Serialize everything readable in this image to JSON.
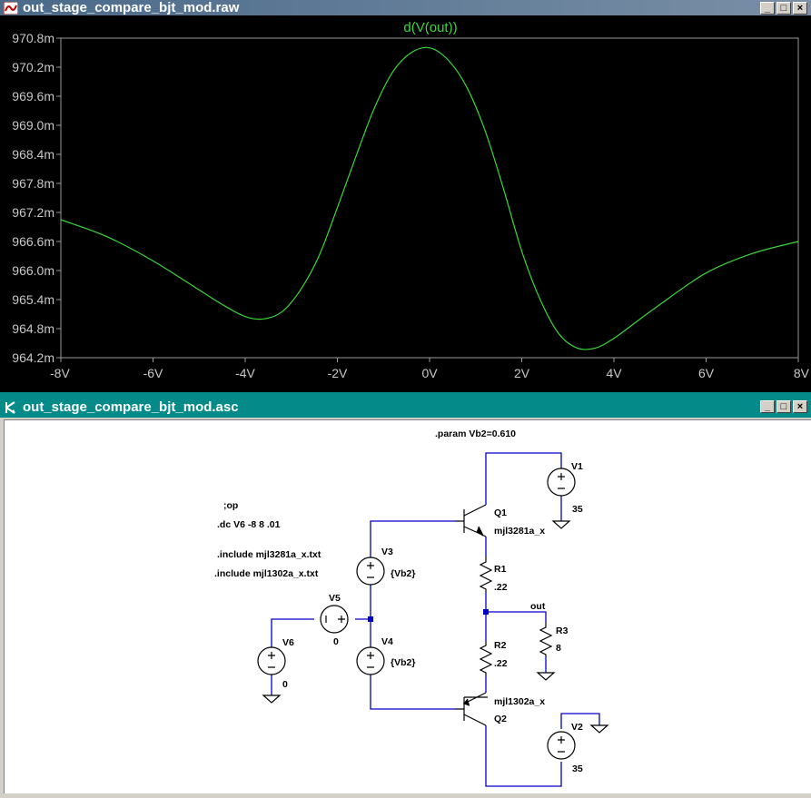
{
  "plot_window": {
    "title": "out_stage_compare_bjt_mod.raw",
    "controls": [
      "_",
      "□",
      "×"
    ]
  },
  "schematic_window": {
    "title": "out_stage_compare_bjt_mod.asc",
    "controls": [
      "_",
      "□",
      "×"
    ]
  },
  "chart_data": {
    "type": "line",
    "title": "d(V(out))",
    "xlabel": "",
    "ylabel": "",
    "xlim": [
      -8,
      8
    ],
    "ylim": [
      964.2,
      970.8
    ],
    "x_ticks": [
      "-8V",
      "-6V",
      "-4V",
      "-2V",
      "0V",
      "2V",
      "4V",
      "6V",
      "8V"
    ],
    "y_ticks": [
      "970.8m",
      "970.2m",
      "969.6m",
      "969.0m",
      "968.4m",
      "967.8m",
      "967.2m",
      "966.6m",
      "966.0m",
      "965.4m",
      "964.8m",
      "964.2m"
    ],
    "grid": false,
    "line_color": "#38d838",
    "series": [
      {
        "name": "d(V(out))",
        "x": [
          -8,
          -7,
          -6,
          -5,
          -4.5,
          -4,
          -3.6,
          -3.2,
          -2.8,
          -2.4,
          -2,
          -1.6,
          -1.2,
          -0.8,
          -0.4,
          0,
          0.4,
          0.8,
          1.2,
          1.6,
          2,
          2.4,
          2.8,
          3.2,
          3.6,
          4,
          4.5,
          5,
          6,
          7,
          8
        ],
        "y": [
          967.05,
          966.7,
          966.2,
          965.6,
          965.3,
          965.05,
          965.0,
          965.15,
          965.6,
          966.3,
          967.3,
          968.35,
          969.35,
          970.1,
          970.5,
          970.6,
          970.35,
          969.8,
          968.9,
          967.7,
          966.4,
          965.4,
          964.7,
          964.4,
          964.4,
          964.6,
          964.95,
          965.3,
          965.95,
          966.35,
          966.6
        ]
      }
    ]
  },
  "schematic": {
    "directives": {
      "param": ".param Vb2=0.610",
      "op": ";op",
      "dc": ".dc V6 -8 8 .01",
      "include1": ".include mjl3281a_x.txt",
      "include2": ".include mjl1302a_x.txt"
    },
    "components": {
      "V1": {
        "name": "V1",
        "value": "35"
      },
      "V2": {
        "name": "V2",
        "value": "35"
      },
      "V3": {
        "name": "V3",
        "value": "{Vb2}"
      },
      "V4": {
        "name": "V4",
        "value": "{Vb2}"
      },
      "V5": {
        "name": "V5",
        "value": "0"
      },
      "V6": {
        "name": "V6",
        "value": "0"
      },
      "Q1": {
        "name": "Q1",
        "model": "mjl3281a_x"
      },
      "Q2": {
        "name": "Q2",
        "model": "mjl1302a_x"
      },
      "R1": {
        "name": "R1",
        "value": ".22"
      },
      "R2": {
        "name": "R2",
        "value": ".22"
      },
      "R3": {
        "name": "R3",
        "value": "8"
      }
    },
    "net_labels": {
      "out": "out"
    }
  }
}
